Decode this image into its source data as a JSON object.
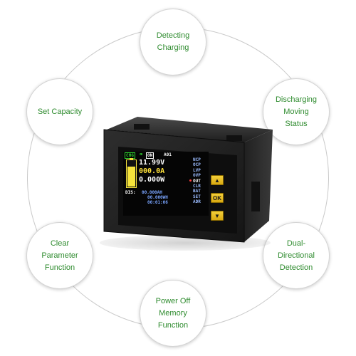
{
  "features": {
    "detecting": [
      "Detecting",
      "Charging"
    ],
    "set_capacity": [
      "Set Capacity"
    ],
    "discharging": [
      "Discharging",
      "Moving Status"
    ],
    "clear": [
      "Clear Parameter",
      "Function"
    ],
    "dual": [
      "Dual-Directional",
      "Detection"
    ],
    "power": [
      "Power Off",
      "Memory Function"
    ]
  },
  "screen": {
    "charge_badge": "CHG",
    "on_badge": "ON",
    "address": "A01",
    "voltage": "11.99V",
    "current": "000.0A",
    "power": "0.000W",
    "dis_label": "DIS:",
    "ah": "00.000AH",
    "wh": "00.000WH",
    "time": "00:01:06",
    "battery_level": 0.75,
    "menu": [
      "NCP",
      "OCP",
      "LVP",
      "OVP",
      "OUT",
      "CLR",
      "BAT",
      "SET",
      "ADR"
    ],
    "active_menu": "OUT"
  },
  "keys": {
    "up": "▲",
    "ok": "OK",
    "down": "▼"
  },
  "colors": {
    "feature_text": "#2e8b2e",
    "key_face": "#e8bd22",
    "battery": "#f5e33b"
  }
}
